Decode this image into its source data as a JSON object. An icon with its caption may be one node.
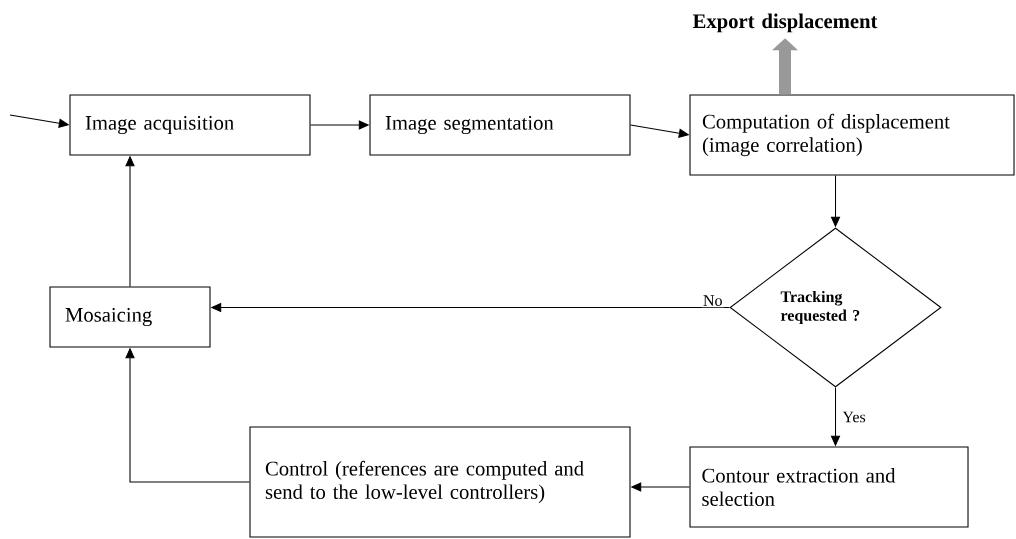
{
  "diagram": {
    "nodes": [
      {
        "text": [
          "Image acquisition"
        ]
      },
      {
        "text": [
          "Image segmentation"
        ]
      },
      {
        "text": [
          "Computation of displacement (image correlation)"
        ]
      },
      {
        "text": [
          "Export displacement"
        ]
      },
      {
        "text": [
          "Tracking requested ?"
        ]
      },
      {
        "text": [
          "Mosaicing"
        ]
      },
      {
        "text": [
          "Contour extraction and selection"
        ]
      },
      {
        "text": [
          "Control (references are computed and send to the low-level controllers)"
        ]
      }
    ],
    "edges": [
      {
        "from": null,
        "to": 0,
        "arrow": "to"
      },
      {
        "from": 0,
        "to": 1,
        "arrow": "to"
      },
      {
        "from": 1,
        "to": 2,
        "arrow": "to"
      },
      {
        "from": 2,
        "to": 3,
        "arrow": "to",
        "style": "thick",
        "color": "#999999"
      },
      {
        "from": 2,
        "to": 4,
        "arrow": "to"
      },
      {
        "from": 4,
        "to": 5,
        "arrow": "to",
        "label": "No"
      },
      {
        "from": 4,
        "to": 6,
        "arrow": "to",
        "label": "Yes"
      },
      {
        "from": 6,
        "to": 7,
        "arrow": "to"
      },
      {
        "from": 7,
        "to": 5,
        "arrow": "to"
      },
      {
        "from": 5,
        "to": 0,
        "arrow": "to"
      }
    ]
  }
}
